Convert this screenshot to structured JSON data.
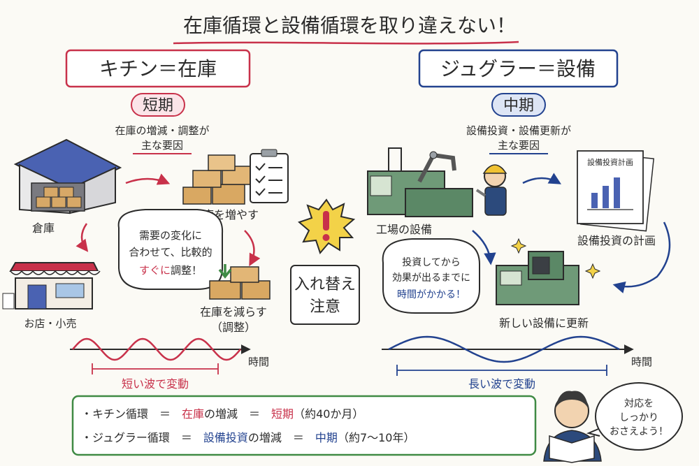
{
  "title": "在庫循環と設備循環を取り違えない！",
  "left": {
    "heading": "キチン＝在庫",
    "term": "短期",
    "cause_line1": "在庫の増減・調整が",
    "cause_line2": "主な要因",
    "warehouse": "倉庫",
    "increase": "在庫を増やす",
    "decrease_line1": "在庫を減らす",
    "decrease_line2": "（調整）",
    "shop": "お店・小売",
    "bubble_line1": "需要の変化に",
    "bubble_line2": "合わせて、比較的",
    "bubble_line3a": "すぐに",
    "bubble_line3b": "調整！",
    "time": "時間",
    "wave": "短い波で変動"
  },
  "center": {
    "line1": "入れ替え",
    "line2": "注意"
  },
  "right": {
    "heading": "ジュグラー＝設備",
    "term": "中期",
    "cause_line1": "設備投資・設備更新が",
    "cause_line2": "主な要因",
    "factory": "工場の設備",
    "plan_doc_title": "設備投資計画",
    "plan": "設備投資の計画",
    "renew": "新しい設備に更新",
    "bubble_line1": "投資してから",
    "bubble_line2": "効果が出るまでに",
    "bubble_line3": "時間がかかる！",
    "time": "時間",
    "wave": "長い波で変動"
  },
  "summary": {
    "row1": {
      "bullet": "・キチン循環　＝　",
      "key": "在庫",
      "mid": "の増減　＝　",
      "term": "短期",
      "note": "（約40か月）"
    },
    "row2": {
      "bullet": "・ジュグラー循環　＝　",
      "key": "設備投資",
      "mid": "の増減　＝　",
      "term": "中期",
      "note": "（約7～10年）"
    }
  },
  "speech": {
    "line1": "対応を",
    "line2": "しっかり",
    "line3": "おさえよう！"
  },
  "colors": {
    "ink": "#2b2b2b",
    "red": "#c8314a",
    "blue": "#22428f",
    "green": "#3f8a44",
    "paper": "#fbfaf5"
  }
}
